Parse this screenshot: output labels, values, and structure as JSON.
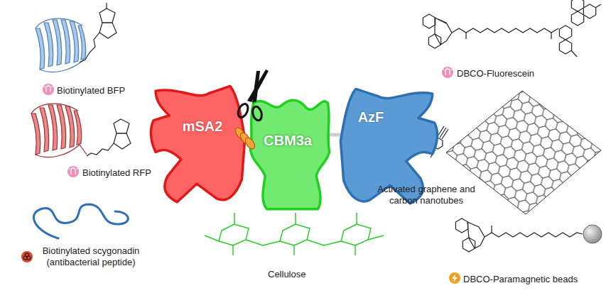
{
  "diagram": {
    "nodes": [
      {
        "text": [
          "mSA2"
        ]
      },
      {
        "text": [
          "CBM3a"
        ]
      },
      {
        "text": [
          "AzF"
        ]
      }
    ],
    "edges": [
      {
        "from": 0,
        "to": 1,
        "arrow": "none"
      },
      {
        "from": 1,
        "to": 2,
        "arrow": "none"
      }
    ],
    "labels": [
      "Biotinylated BFP",
      "Biotinylated RFP",
      "Biotinylated scygonadin (antibacterial peptide)",
      "DBCO-Fluorescein",
      "Activated graphene and carbon nanotubes",
      "DBCO-Paramagnetic beads",
      "Cellulose"
    ]
  }
}
